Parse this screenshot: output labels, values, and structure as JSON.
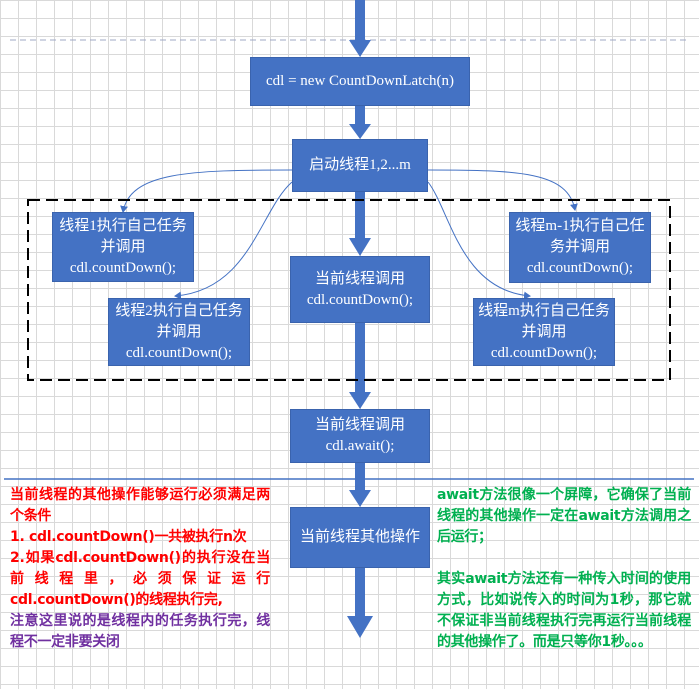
{
  "nodes": {
    "create_latch": "cdl = new CountDownLatch(n)",
    "start_threads": "启动线程1,2...m",
    "thread1": "线程1执行自己任务并调用cdl.countDown();",
    "thread2": "线程2执行自己任务并调用cdl.countDown();",
    "current_countdown": "当前线程调用cdl.countDown();",
    "thread_m_minus_1": "线程m-1执行自己任务并调用cdl.countDown();",
    "thread_m": "线程m执行自己任务并调用cdl.countDown();",
    "current_await": "当前线程调用cdl.await();",
    "current_other_ops": "当前线程其他操作"
  },
  "left_note": {
    "heading": "当前线程的其他操作能够运行必须满足两个条件",
    "item1": "1. cdl.countDown()一共被执行n次",
    "item2": "2.如果cdl.countDown()的执行没在当前线程里，必须保证运行cdl.countDown()的线程执行完,",
    "remark": "注意这里说的是线程内的任务执行完，线程不一定非要关闭"
  },
  "right_note": {
    "para1": "await方法很像一个屏障，它确保了当前线程的其他操作一定在await方法调用之后运行；",
    "para2": "其实await方法还有一种传入时间的使用方式，比如说传入的时间为1秒，那它就不保证非当前线程执行完再运行当前线程的其他操作了。而是只等你1秒。。。"
  },
  "colors": {
    "box_fill": "#4472c4",
    "main_arrow": "#4472c4",
    "left_heading": "#ff0000",
    "left_remark": "#7030a0",
    "right_note": "#00b050"
  }
}
